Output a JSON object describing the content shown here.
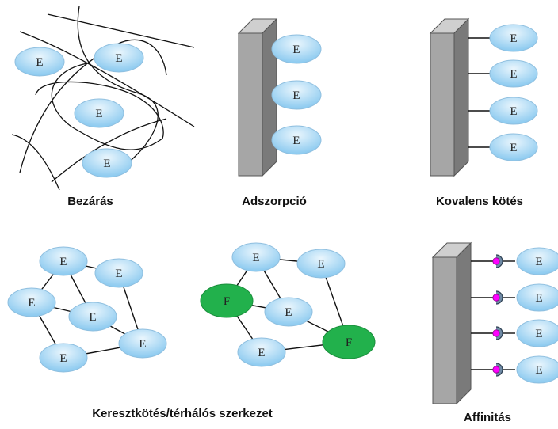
{
  "labels": {
    "entrapment": "Bezárás",
    "adsorption": "Adszorpció",
    "covalent": "Kovalens kötés",
    "crosslink": "Keresztkötés/térhálós szerkezet",
    "affinity": "Affinitás"
  },
  "enzyme_letter": "E",
  "crosslinker_letter": "F",
  "colors": {
    "enzyme_fill_light": "#eaf6fd",
    "enzyme_fill_dark": "#7fc4ee",
    "enzyme_stroke": "#8fbfdf",
    "crosslinker_fill": "#22b14c",
    "support_front": "#a6a6a6",
    "support_side": "#7a7a7a",
    "support_top": "#cfcfcf",
    "affinity_ligand": "#ff00ff",
    "affinity_receptor": "#6f8aa5"
  },
  "icons": {
    "enzyme": "enzyme-ellipse-icon",
    "crosslinker": "crosslinker-ellipse-icon",
    "support": "solid-support-block-icon",
    "ligand": "affinity-ligand-icon"
  }
}
